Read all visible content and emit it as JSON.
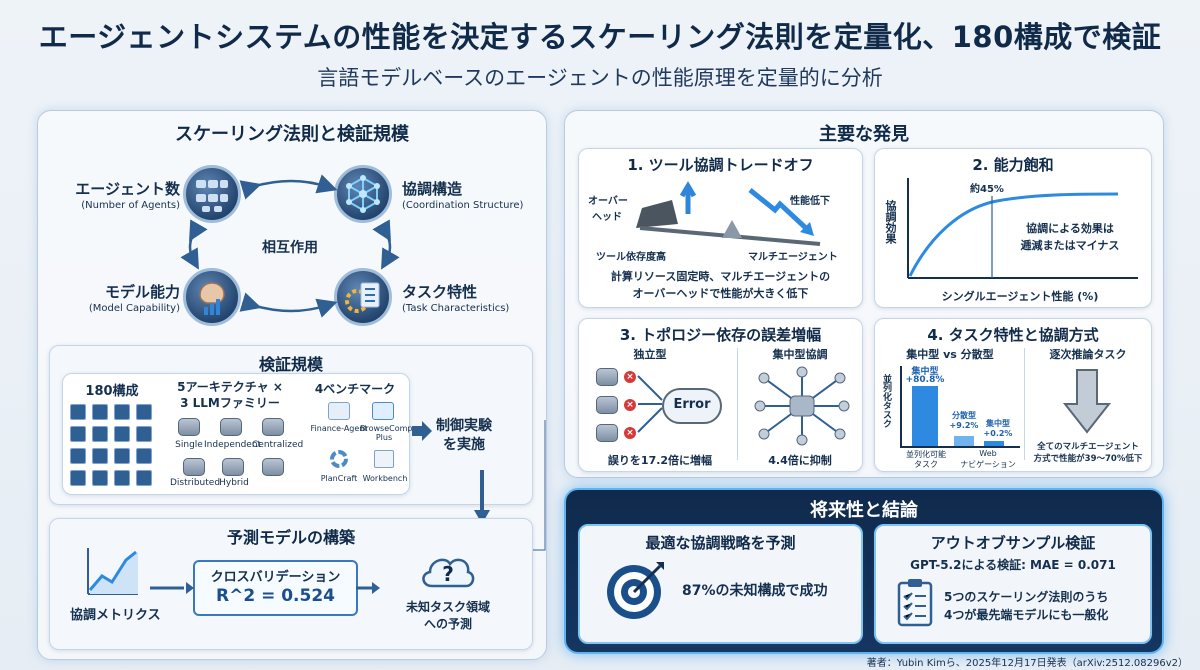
{
  "header": {
    "title": "エージェントシステムの性能を決定するスケーリング法則を定量化、180構成で検証",
    "subtitle": "言語モデルベースのエージェントの性能原理を定量的に分析"
  },
  "left": {
    "heading": "スケーリング法則と検証規模",
    "center_label": "相互作用",
    "factors": [
      {
        "ja": "エージェント数",
        "en": "(Number of Agents)"
      },
      {
        "ja": "協調構造",
        "en": "(Coordination Structure)"
      },
      {
        "ja": "モデル能力",
        "en": "(Model Capability)"
      },
      {
        "ja": "タスク特性",
        "en": "(Task Characteristics)"
      }
    ],
    "verification": {
      "heading": "検証規模",
      "configs": "180構成",
      "arch_line1": "5アーキテクチャ ×",
      "arch_line2": "3 LLMファミリー",
      "archs": [
        "Single",
        "Independent",
        "Centralized",
        "Distributed",
        "Hybrid"
      ],
      "bench_title": "4ベンチマーク",
      "benches": [
        "Finance-Agent",
        "BrowseComp-Plus",
        "PlanCraft",
        "Workbench"
      ],
      "control_line1": "制御実験",
      "control_line2": "を実施"
    },
    "prediction": {
      "heading": "予測モデルの構築",
      "metrics": "協調メトリクス",
      "cv_label": "クロスバリデーション",
      "cv_value": "R^2 = 0.524",
      "unknown_line1": "未知タスク領域",
      "unknown_line2": "への予測"
    }
  },
  "right": {
    "heading": "主要な発見",
    "f1": {
      "title": "1. ツール協調トレードオフ",
      "overhead1": "オーバー",
      "overhead2": "ヘッド",
      "perf_drop": "性能低下",
      "tool_dep": "ツール依存度高",
      "multi": "マルチエージェント",
      "desc1": "計算リソース固定時、マルチエージェントの",
      "desc2": "オーバーヘッドで性能が大きく低下"
    },
    "f2": {
      "title": "2. 能力飽和",
      "mark": "約45%",
      "ylabel": "協調効果",
      "note1": "協調による効果は",
      "note2": "逓減またはマイナス",
      "xlabel": "シングルエージェント性能 (%)"
    },
    "f3": {
      "title": "3. トポロジー依存の誤差増幅",
      "indep": "独立型",
      "central": "集中型協調",
      "error": "Error",
      "indep_result": "誤りを17.2倍に増幅",
      "central_result": "4.4倍に抑制"
    },
    "f4": {
      "title": "4. タスク特性と協調方式",
      "vs": "集中型 vs 分散型",
      "seq": "逐次推論タスク",
      "ylabel": "並列化タスク",
      "bars": [
        {
          "name": "集中型",
          "value": "+80.8%"
        },
        {
          "name": "分散型",
          "value": "+9.2%"
        },
        {
          "name": "集中型",
          "value": "+0.2%"
        }
      ],
      "xcat1a": "並列化可能",
      "xcat1b": "タスク",
      "xcat2a": "Web",
      "xcat2b": "ナビゲーション",
      "seq_note1": "全てのマルチエージェント",
      "seq_note2": "方式で性能が39〜70%低下"
    }
  },
  "future": {
    "heading": "将来性と結論",
    "left_title": "最適な協調戦略を予測",
    "left_text": "87%の未知構成で成功",
    "right_title": "アウトオブサンプル検証",
    "right_sub": "GPT-5.2による検証: MAE = 0.071",
    "right_text1": "5つのスケーリング法則のうち",
    "right_text2": "4つが最先端モデルにも一般化"
  },
  "footer": "著者：Yubin Kimら、2025年12月17日発表（arXiv:2512.08296v2）"
}
